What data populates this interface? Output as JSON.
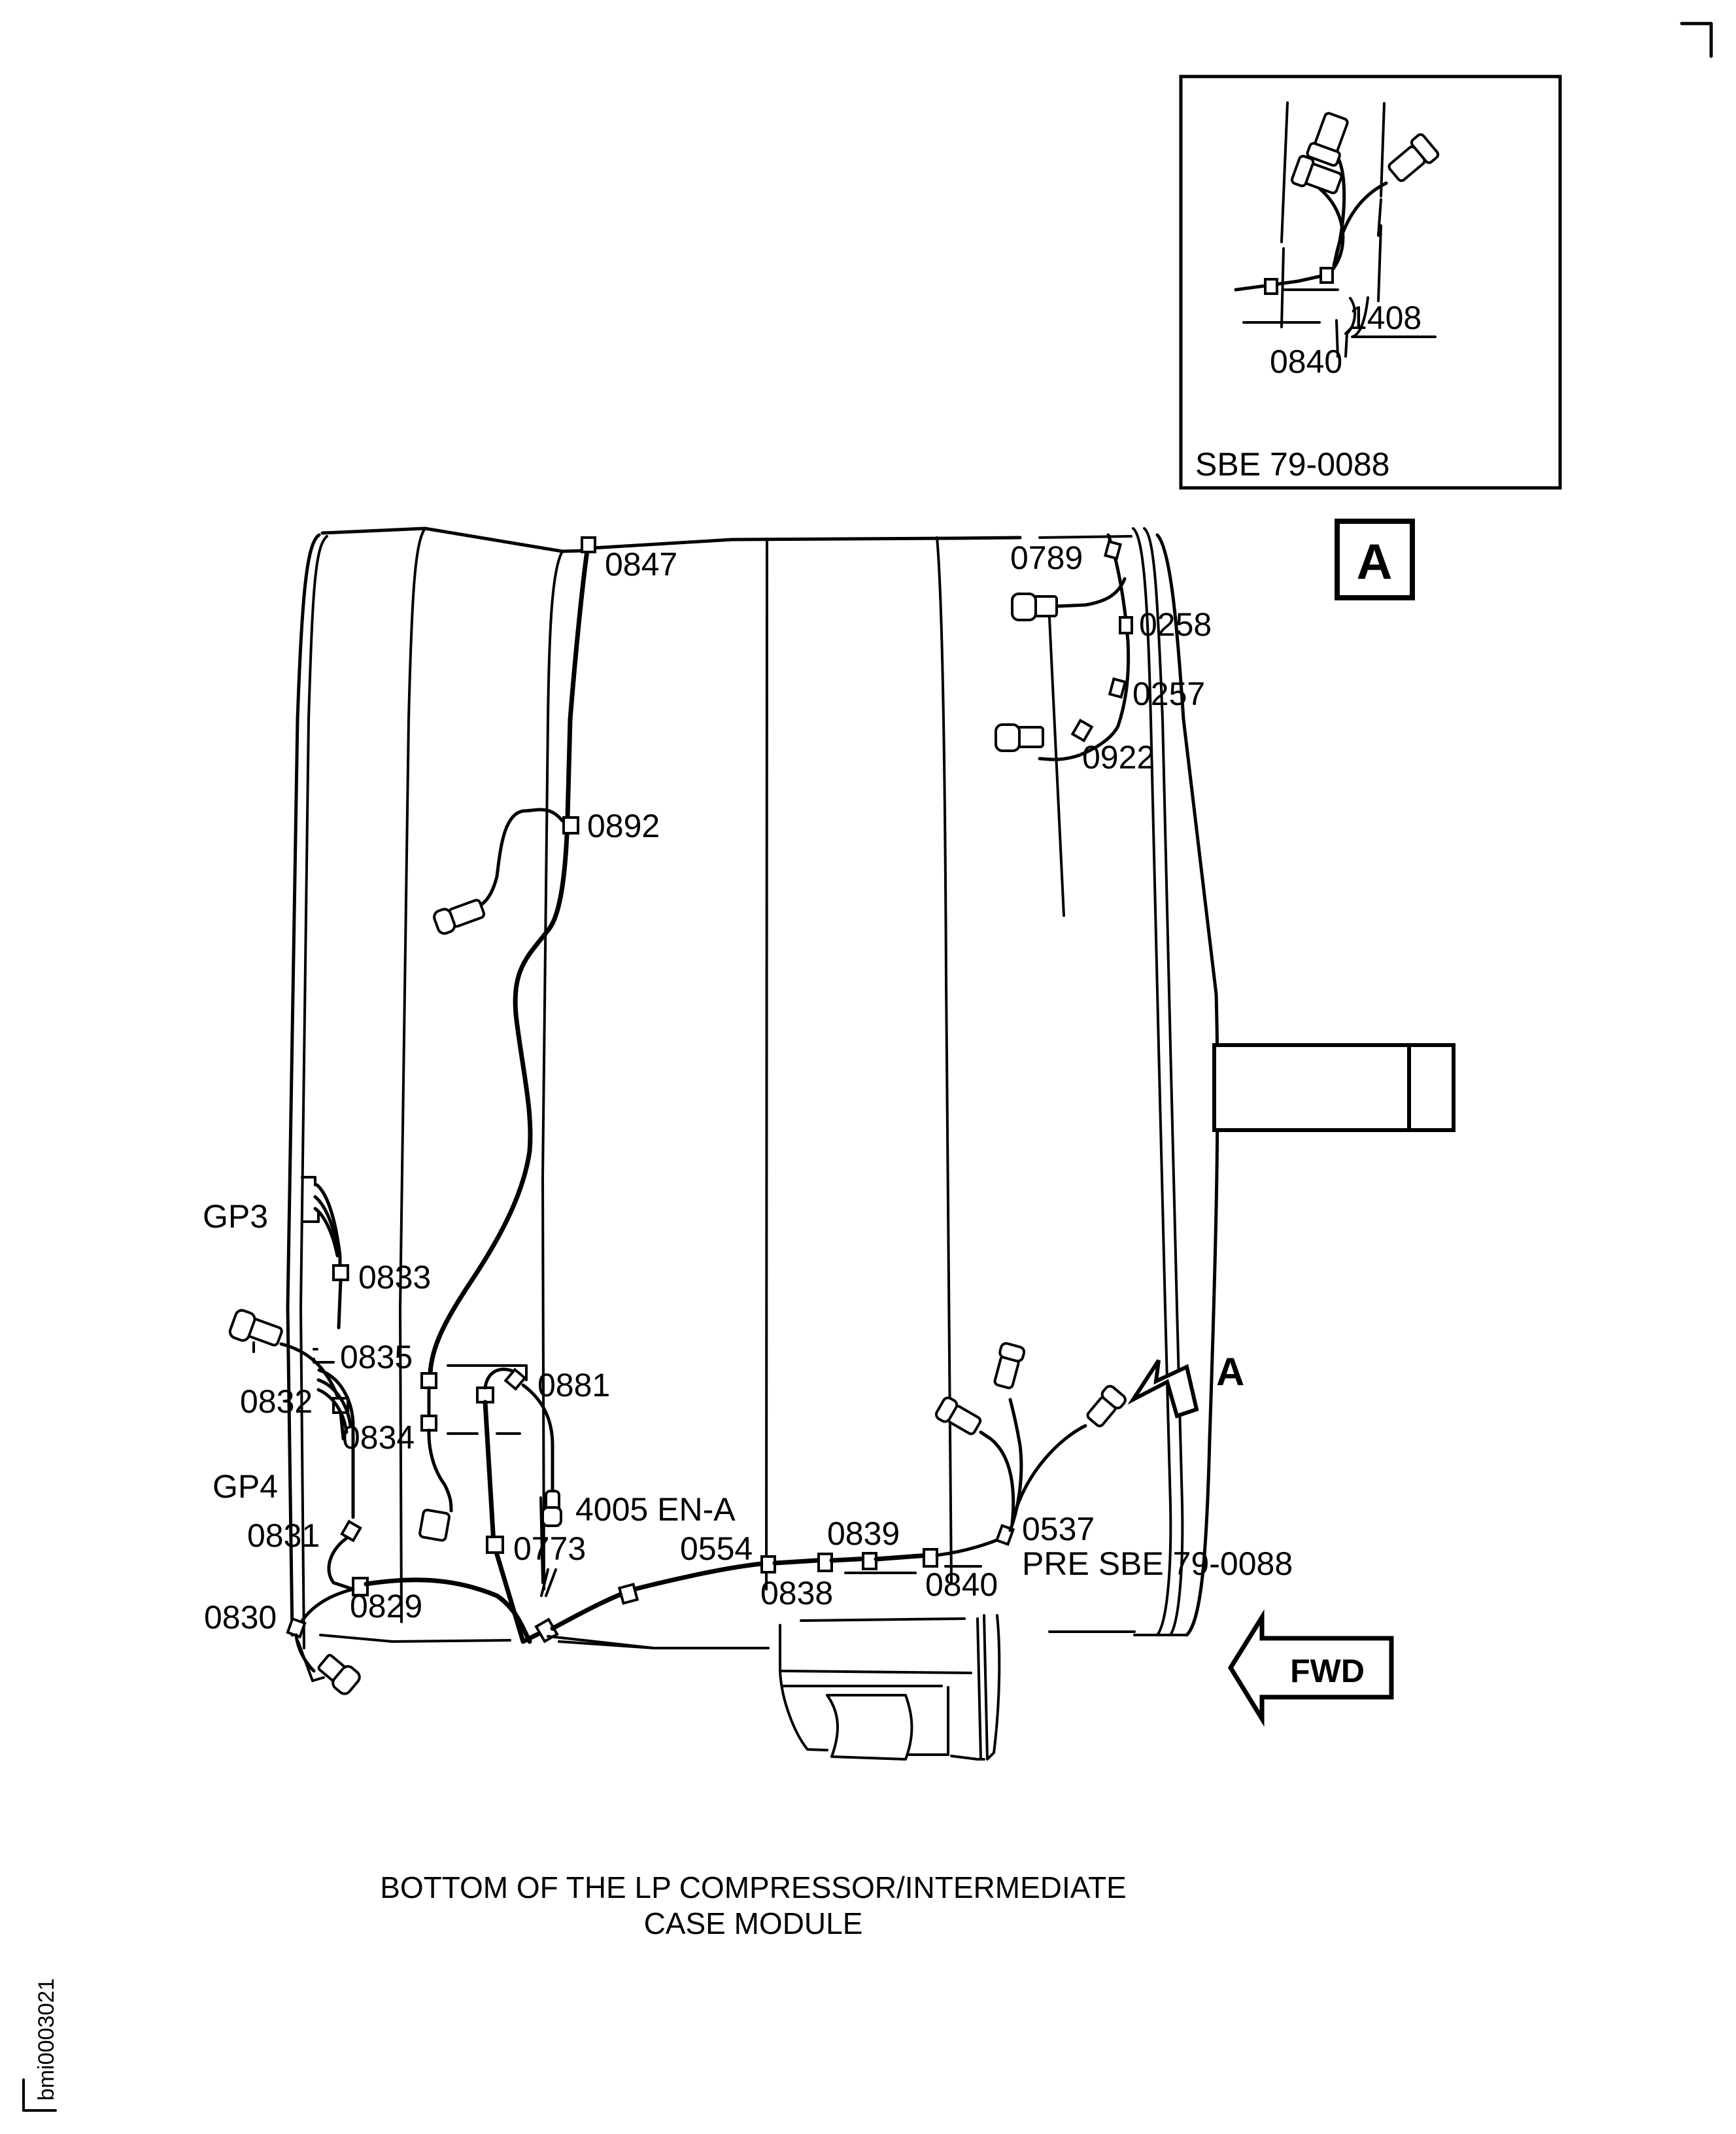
{
  "figure": {
    "caption_line1": "BOTTOM OF THE LP COMPRESSOR/INTERMEDIATE",
    "caption_line2": "CASE MODULE",
    "figure_id": "bmi0003021"
  },
  "detail_view": {
    "title_letter": "A",
    "sbe_label": "SBE 79-0088",
    "callouts": [
      "1408",
      "0840"
    ]
  },
  "view_arrow": {
    "letter": "A"
  },
  "fwd_arrow": {
    "label": "FWD"
  },
  "callouts": {
    "c0847": "0847",
    "c0892": "0892",
    "c0789": "0789",
    "c0258": "0258",
    "c0257": "0257",
    "c0922": "0922",
    "gp3": "GP3",
    "c0833": "0833",
    "c0835": "0835",
    "c0832": "0832",
    "c0834": "0834",
    "c0881": "0881",
    "gp4": "GP4",
    "c0831": "0831",
    "c4005": "4005 EN-A",
    "c0773": "0773",
    "c0554": "0554",
    "c0839": "0839",
    "c0537": "0537",
    "c0838": "0838",
    "c0840": "0840",
    "pre_sbe": "PRE SBE 79-0088",
    "c0829": "0829",
    "c0830": "0830"
  }
}
